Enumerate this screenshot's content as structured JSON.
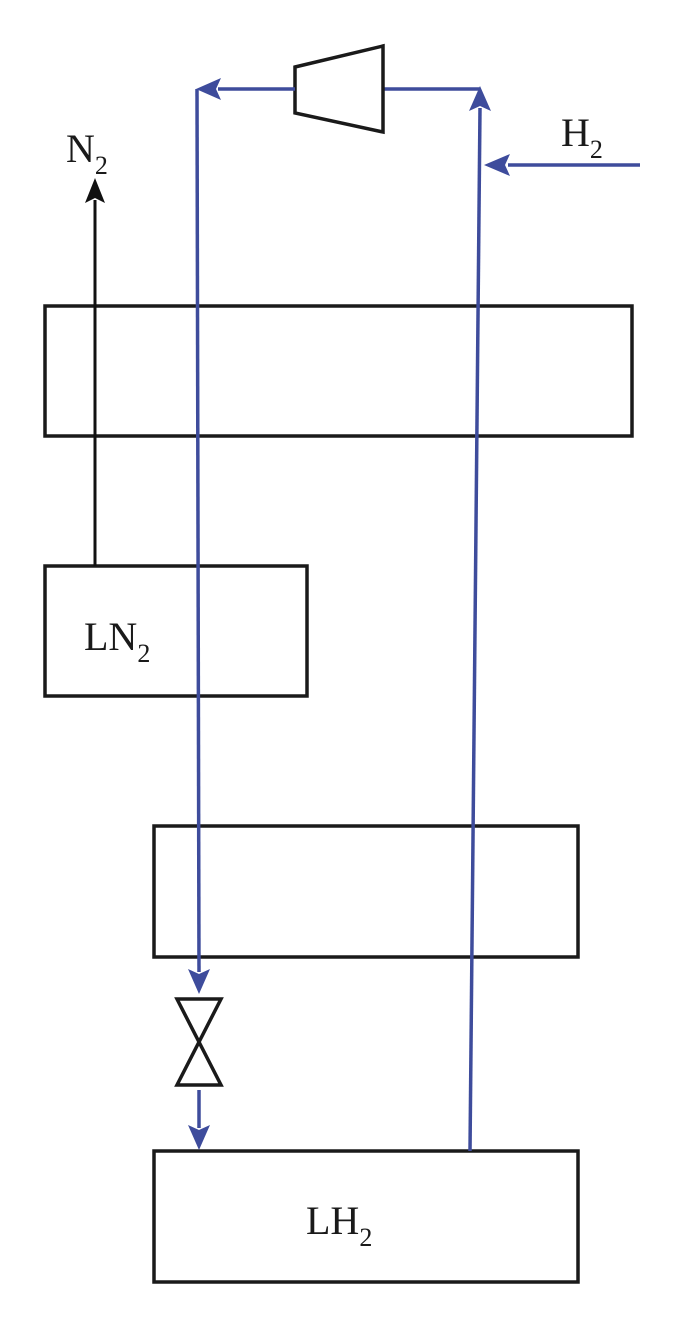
{
  "labels": {
    "nitrogen_out": {
      "main": "N",
      "sub": "2"
    },
    "hydrogen_in": {
      "main": "H",
      "sub": "2"
    },
    "liquid_nitrogen": {
      "main": "LN",
      "sub": "2"
    },
    "liquid_hydrogen": {
      "main": "LH",
      "sub": "2"
    }
  },
  "colors": {
    "hydrogen_line": "#3e4c9c",
    "nitrogen_line": "#111111",
    "outline": "#1a1a1a",
    "background": "#ffffff"
  }
}
